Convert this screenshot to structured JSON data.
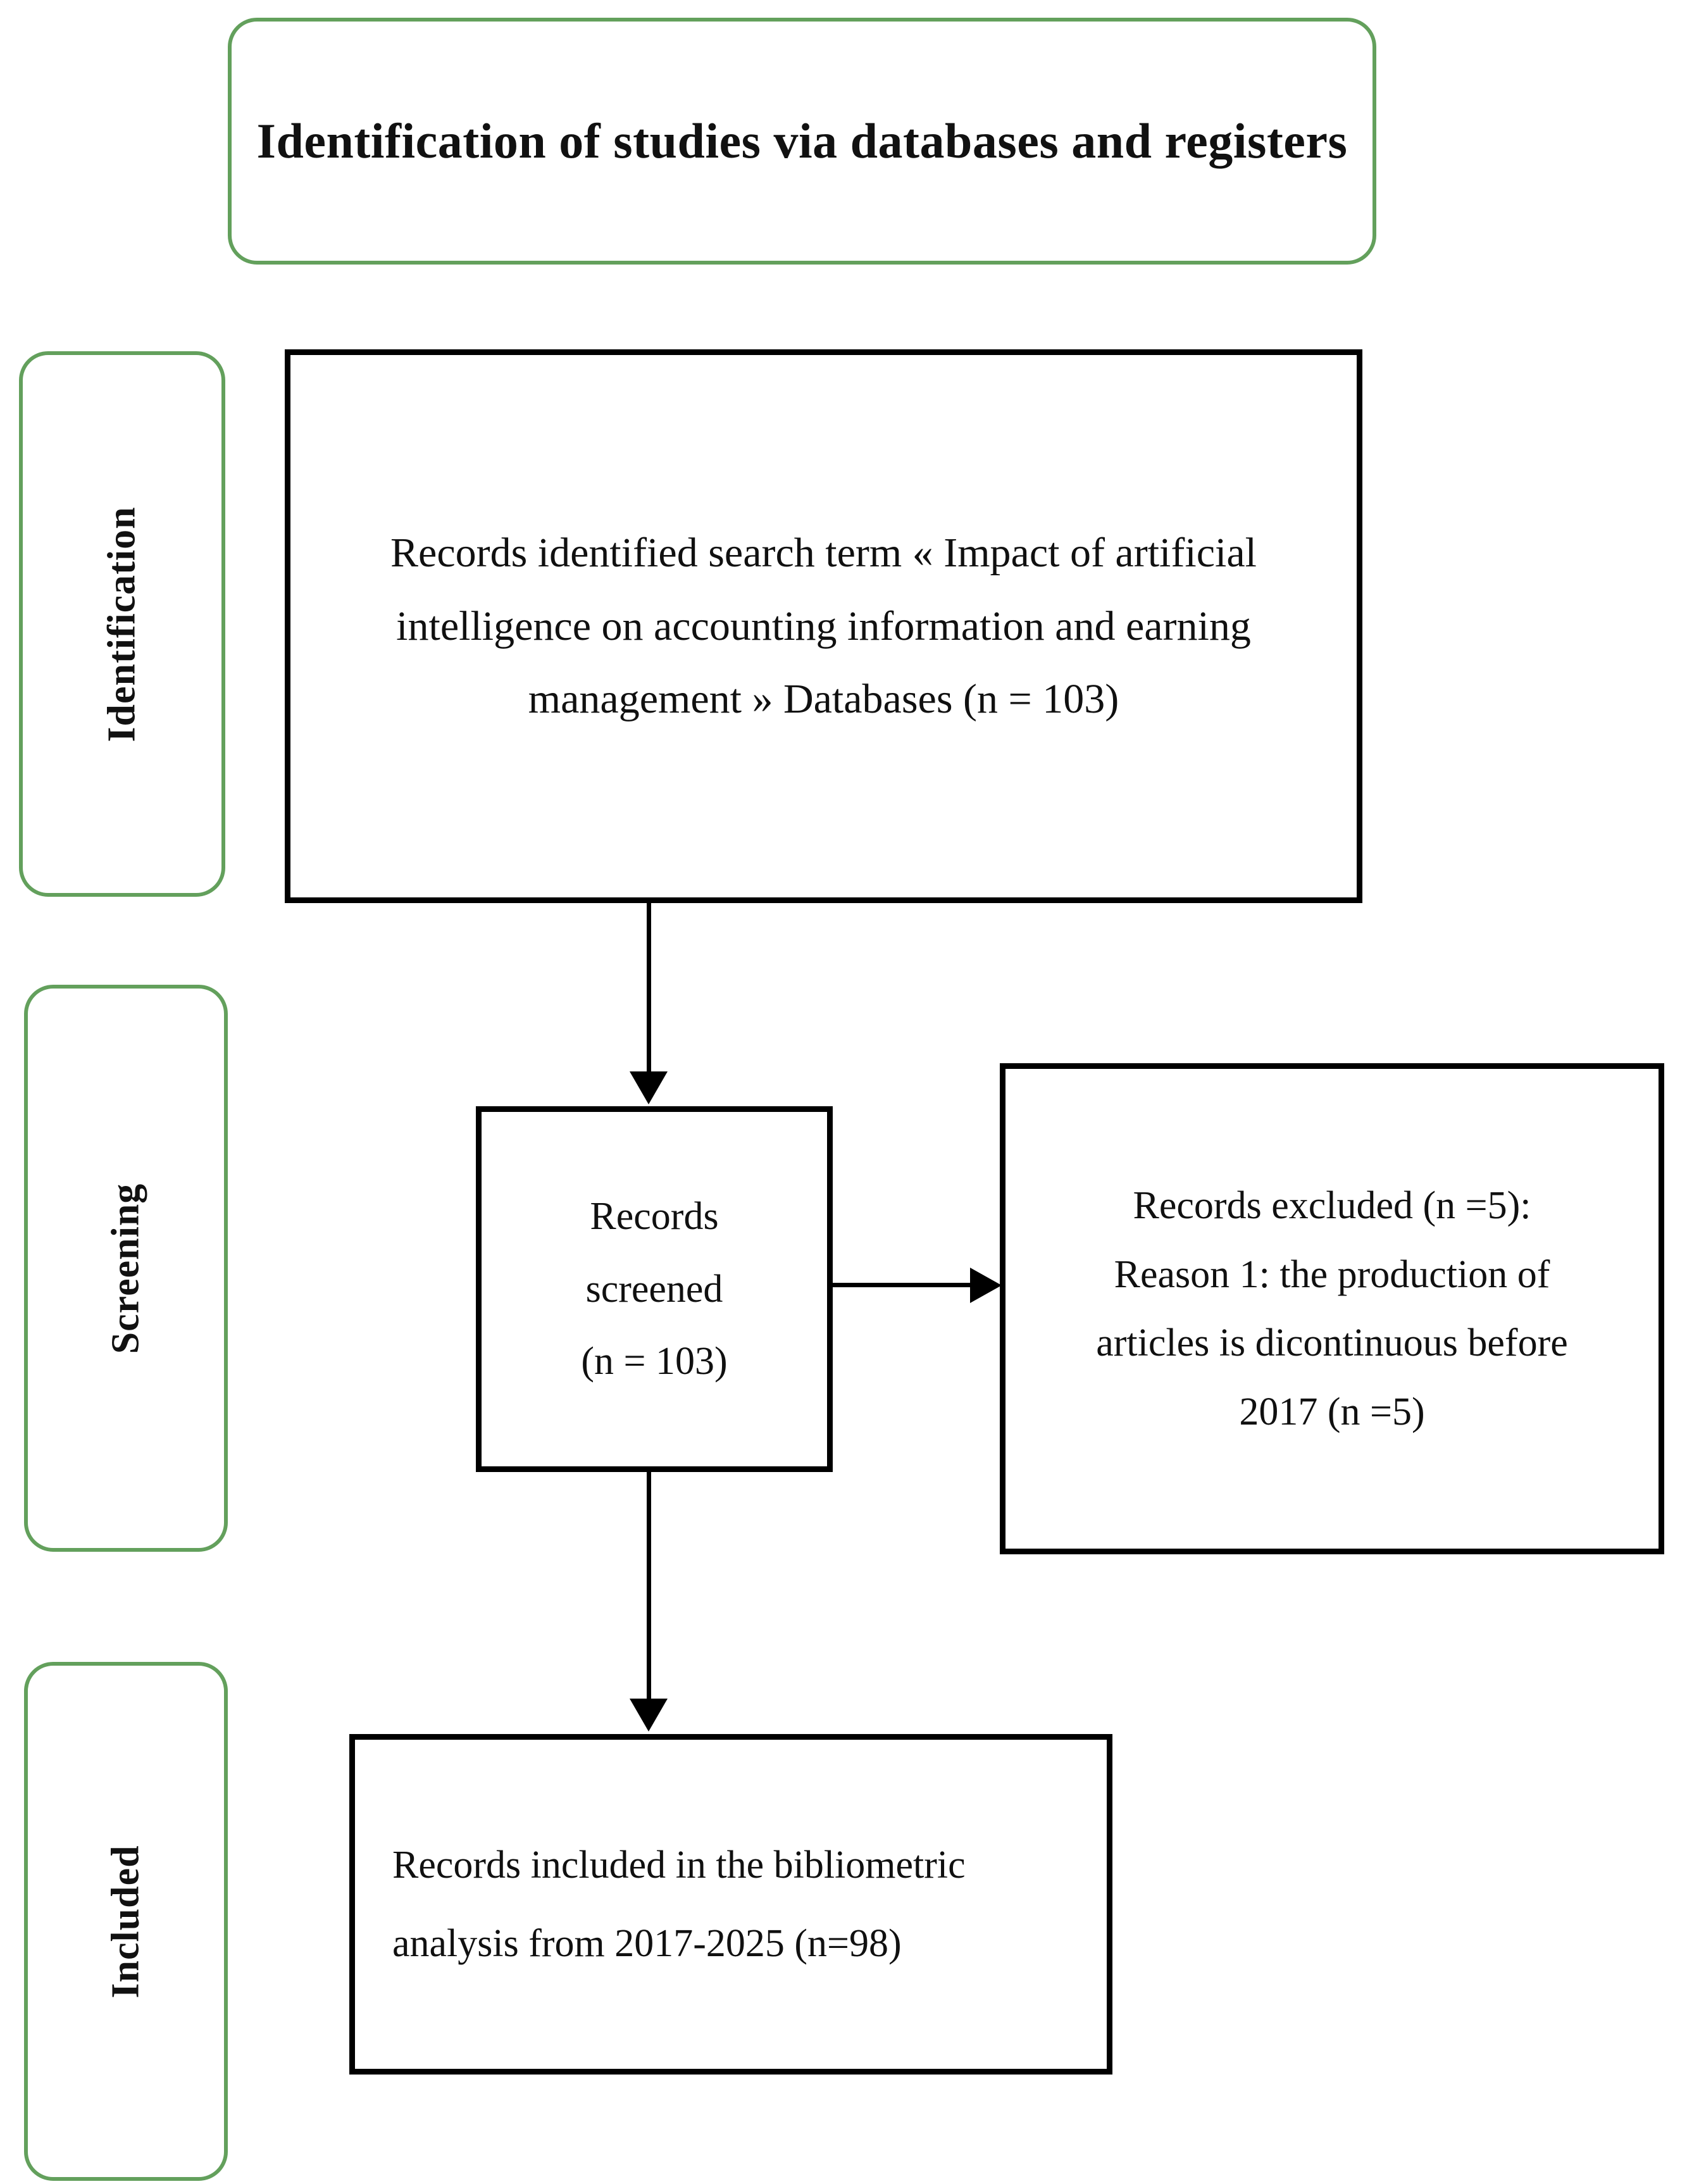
{
  "diagram": {
    "title": "Identification of studies via databases and registers",
    "accent_color": "#63a05c",
    "box_border_color": "#000000",
    "text_color": "#101010"
  },
  "stages": {
    "identification": "Identification",
    "screening": "Screening",
    "included": "Included"
  },
  "boxes": {
    "identified": {
      "line1": "Records identified search term « Impact of artificial",
      "line2": "intelligence on accounting information and earning",
      "line3": "management » Databases (n = 103)",
      "count": "n = 103"
    },
    "screened": {
      "line1": "Records",
      "line2": "screened",
      "line3": "(n = 103)",
      "count": "n = 103"
    },
    "excluded": {
      "line1": "Records excluded (n =5):",
      "line2": "Reason 1: the production of",
      "line3": "articles is dicontinuous before",
      "line4": "2017 (n =5)",
      "count": "n =5"
    },
    "included": {
      "line1": "Records included in the bibliometric",
      "line2": "analysis from 2017-2025 (n=98)",
      "count": "n=98"
    }
  },
  "connectors": {
    "identified_to_screened": "arrow-down-icon",
    "screened_to_excluded": "arrow-right-icon",
    "screened_to_included": "arrow-down-icon"
  }
}
